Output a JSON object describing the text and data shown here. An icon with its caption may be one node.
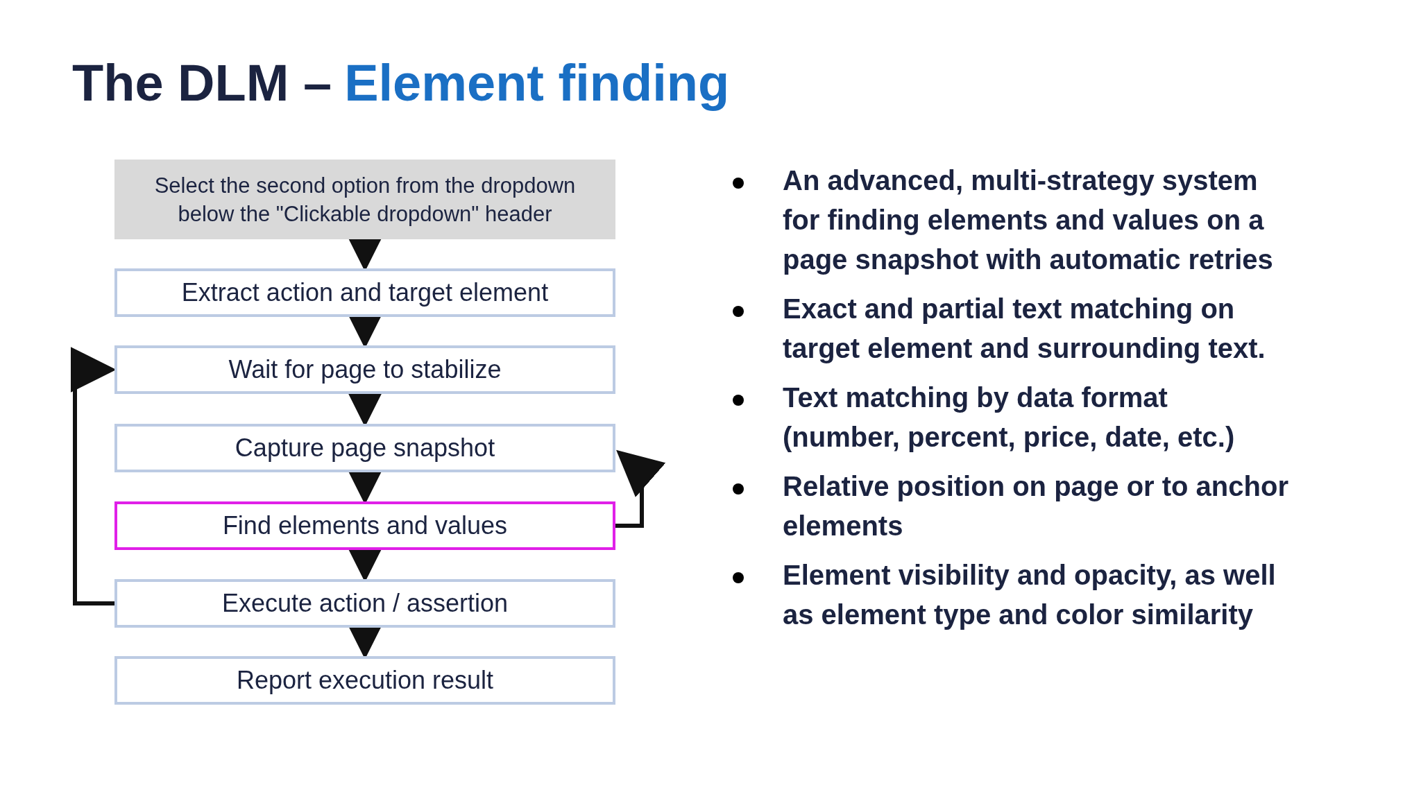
{
  "diagram": {
    "title": "The DLM –",
    "nodes": [
      {
        "text": [
          "Select the second option from the dropdown below the \"Clickable dropdown\" header"
        ]
      },
      {
        "text": [
          "Extract action and target element"
        ]
      },
      {
        "text": [
          "Wait for page to stabilize"
        ]
      },
      {
        "text": [
          "Capture page snapshot"
        ]
      },
      {
        "text": [
          "Find elements and values"
        ]
      },
      {
        "text": [
          "Execute action / assertion"
        ]
      },
      {
        "text": [
          "Report execution result"
        ]
      }
    ],
    "edges": [
      {
        "from": 0,
        "to": 1,
        "arrow": "to"
      },
      {
        "from": 1,
        "to": 2,
        "arrow": "to"
      },
      {
        "from": 2,
        "to": 3,
        "arrow": "to"
      },
      {
        "from": 3,
        "to": 4,
        "arrow": "to"
      },
      {
        "from": 4,
        "to": 5,
        "arrow": "to"
      },
      {
        "from": 5,
        "to": 6,
        "arrow": "to"
      },
      {
        "from": 5,
        "to": 2,
        "arrow": "to"
      },
      {
        "from": 4,
        "to": 3,
        "arrow": "to"
      }
    ],
    "labels": [
      "Element finding",
      "An advanced, multi-strategy system for finding elements and values on a page snapshot with automatic retries",
      "Exact and partial text matching on target element and surrounding text.",
      "Text matching by data format (number, percent, price, date, etc.)",
      "Relative position on page or to anchor elements",
      "Element visibility and opacity, as well as element type and color similarity"
    ]
  }
}
